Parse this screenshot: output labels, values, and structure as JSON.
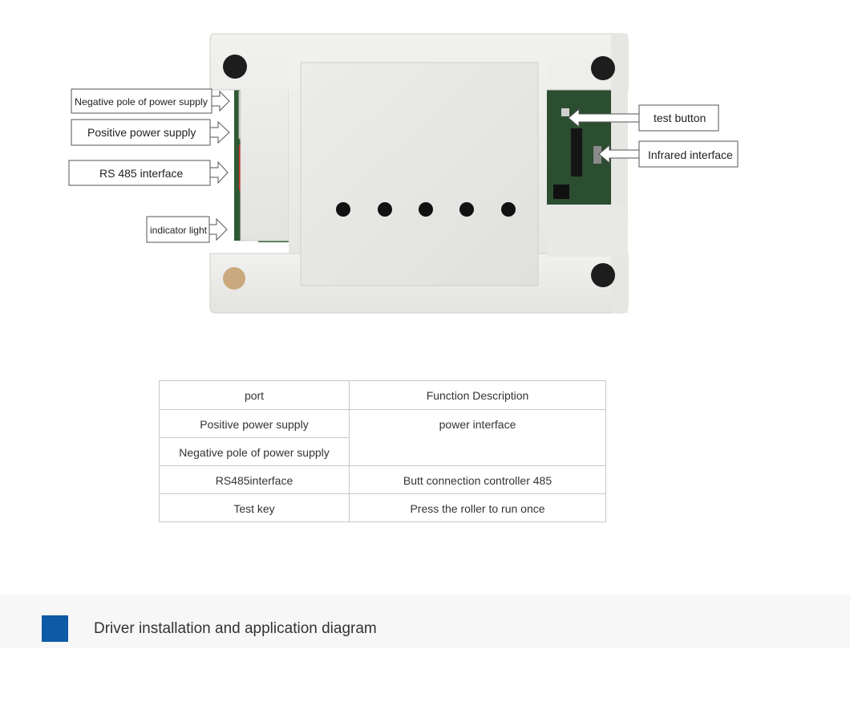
{
  "diagram": {
    "labels": {
      "negative_pole": "Negative pole of power supply",
      "positive_supply": "Positive power supply",
      "rs485": "RS 485 interface",
      "indicator": "indicator light",
      "test_button": "test button",
      "infrared": "Infrared interface"
    }
  },
  "table": {
    "header": {
      "port": "port",
      "function": "Function Description"
    },
    "rows": [
      {
        "port": "Positive power supply",
        "function": "power interface"
      },
      {
        "port": "Negative pole of power supply"
      },
      {
        "port": "RS485interface",
        "function": "Butt connection controller 485"
      },
      {
        "port": "Test key",
        "function": "Press the roller to run once"
      }
    ]
  },
  "section": {
    "title": "Driver installation and application diagram"
  },
  "colors": {
    "accent": "#0f5aa6",
    "band": "#f7f7f7"
  }
}
